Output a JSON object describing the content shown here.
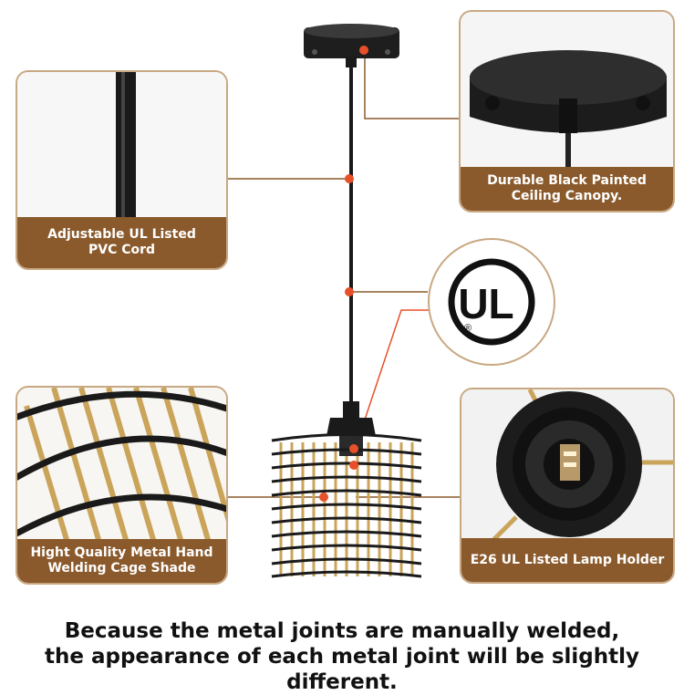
{
  "callouts": {
    "cord": {
      "line1": "Adjustable UL Listed",
      "line2": "PVC Cord"
    },
    "canopy": {
      "line1": "Durable Black Painted",
      "line2": "Ceiling Canopy."
    },
    "cage": {
      "line1": "Hight Quality Metal Hand",
      "line2": "Welding Cage Shade"
    },
    "holder": {
      "line1": "E26 UL Listed Lamp Holder"
    }
  },
  "ul_mark": {
    "letters": "UL",
    "registered": "®"
  },
  "footer": {
    "line1": "Because the metal joints are manually welded,",
    "line2": "the appearance of each metal joint will be slightly different."
  },
  "colors": {
    "caption_bg": "#8a5a2c",
    "border": "#c8a882",
    "marker": "#e8502a",
    "gold": "#c9a45a",
    "black": "#1a1a1a"
  }
}
